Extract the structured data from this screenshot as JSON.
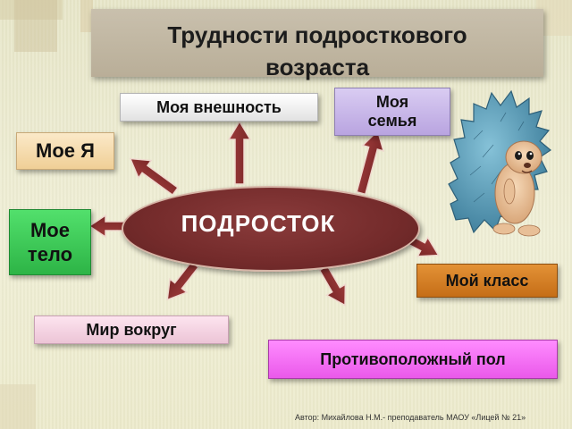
{
  "title": {
    "line1": "Трудности подросткового",
    "line2": "возраста"
  },
  "center": {
    "label": "ПОДРОСТОК"
  },
  "boxes": {
    "appearance": "Моя внешность",
    "family_line1": "Моя",
    "family_line2": "семья",
    "me": "Мое Я",
    "body_line1": "Мое",
    "body_line2": "тело",
    "world": "Мир вокруг",
    "class": "Мой класс",
    "opposite": "Противоположный пол"
  },
  "footer": "Автор: Михайлова Н.М.- преподаватель МАОУ «Лицей № 21»",
  "colors": {
    "ellipse": "#742b2b",
    "arrow": "#8a2f2f",
    "title_bg": "#c2b8a3",
    "me": "#f3d7a6",
    "body": "#3ec956",
    "family": "#c6b3e8",
    "class": "#d27e26",
    "opposite": "#f16ff1",
    "world": "#f6d3e2"
  },
  "icons": {
    "character": "hedgehog-icon"
  }
}
